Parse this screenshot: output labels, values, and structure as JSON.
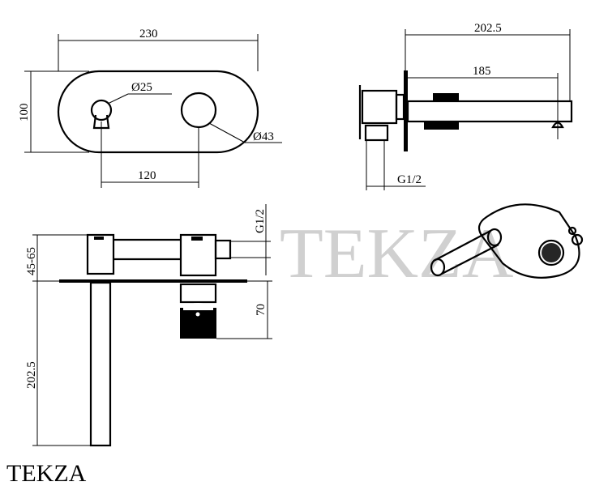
{
  "watermark": "TEKZA",
  "brand": "TEKZA",
  "front_view": {
    "width": "230",
    "height": "100",
    "small_diameter": "Ø25",
    "large_diameter": "Ø43",
    "spacing": "120"
  },
  "side_view": {
    "total_length": "202.5",
    "spout_length": "185",
    "inlet": "G1/2"
  },
  "top_view": {
    "inlet": "G1/2",
    "projection": "45-65",
    "spout_length": "202.5",
    "body_depth": "70"
  }
}
